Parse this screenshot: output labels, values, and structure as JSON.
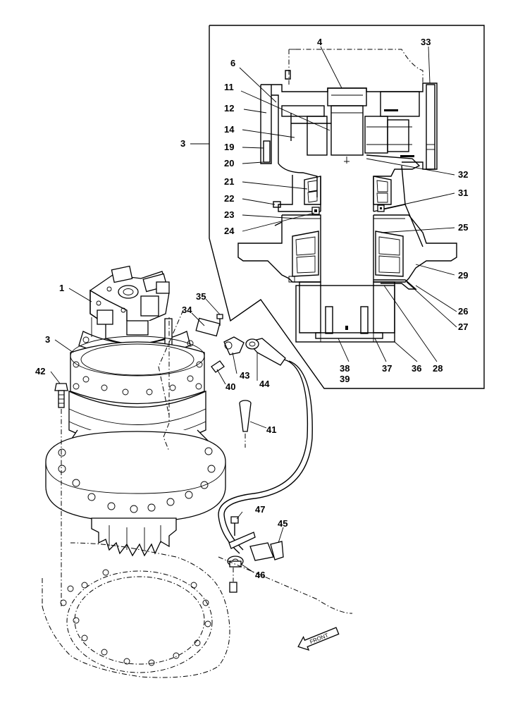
{
  "callouts": [
    {
      "id": "c1",
      "text": "1"
    },
    {
      "id": "c3a",
      "text": "3"
    },
    {
      "id": "c3b",
      "text": "3"
    },
    {
      "id": "c4",
      "text": "4"
    },
    {
      "id": "c6",
      "text": "6"
    },
    {
      "id": "c11",
      "text": "11"
    },
    {
      "id": "c12",
      "text": "12"
    },
    {
      "id": "c14",
      "text": "14"
    },
    {
      "id": "c19",
      "text": "19"
    },
    {
      "id": "c20",
      "text": "20"
    },
    {
      "id": "c21",
      "text": "21"
    },
    {
      "id": "c22",
      "text": "22"
    },
    {
      "id": "c23",
      "text": "23"
    },
    {
      "id": "c24",
      "text": "24"
    },
    {
      "id": "c25",
      "text": "25"
    },
    {
      "id": "c26",
      "text": "26"
    },
    {
      "id": "c27",
      "text": "27"
    },
    {
      "id": "c28",
      "text": "28"
    },
    {
      "id": "c29",
      "text": "29"
    },
    {
      "id": "c31",
      "text": "31"
    },
    {
      "id": "c32",
      "text": "32"
    },
    {
      "id": "c33",
      "text": "33"
    },
    {
      "id": "c34",
      "text": "34"
    },
    {
      "id": "c35",
      "text": "35"
    },
    {
      "id": "c36",
      "text": "36"
    },
    {
      "id": "c37",
      "text": "37"
    },
    {
      "id": "c38",
      "text": "38"
    },
    {
      "id": "c39",
      "text": "39"
    },
    {
      "id": "c40",
      "text": "40"
    },
    {
      "id": "c41",
      "text": "41"
    },
    {
      "id": "c42",
      "text": "42"
    },
    {
      "id": "c43",
      "text": "43"
    },
    {
      "id": "c44",
      "text": "44"
    },
    {
      "id": "c45",
      "text": "45"
    },
    {
      "id": "c46",
      "text": "46"
    },
    {
      "id": "c47",
      "text": "47"
    }
  ],
  "front_arrow": {
    "text": "FRONT"
  }
}
